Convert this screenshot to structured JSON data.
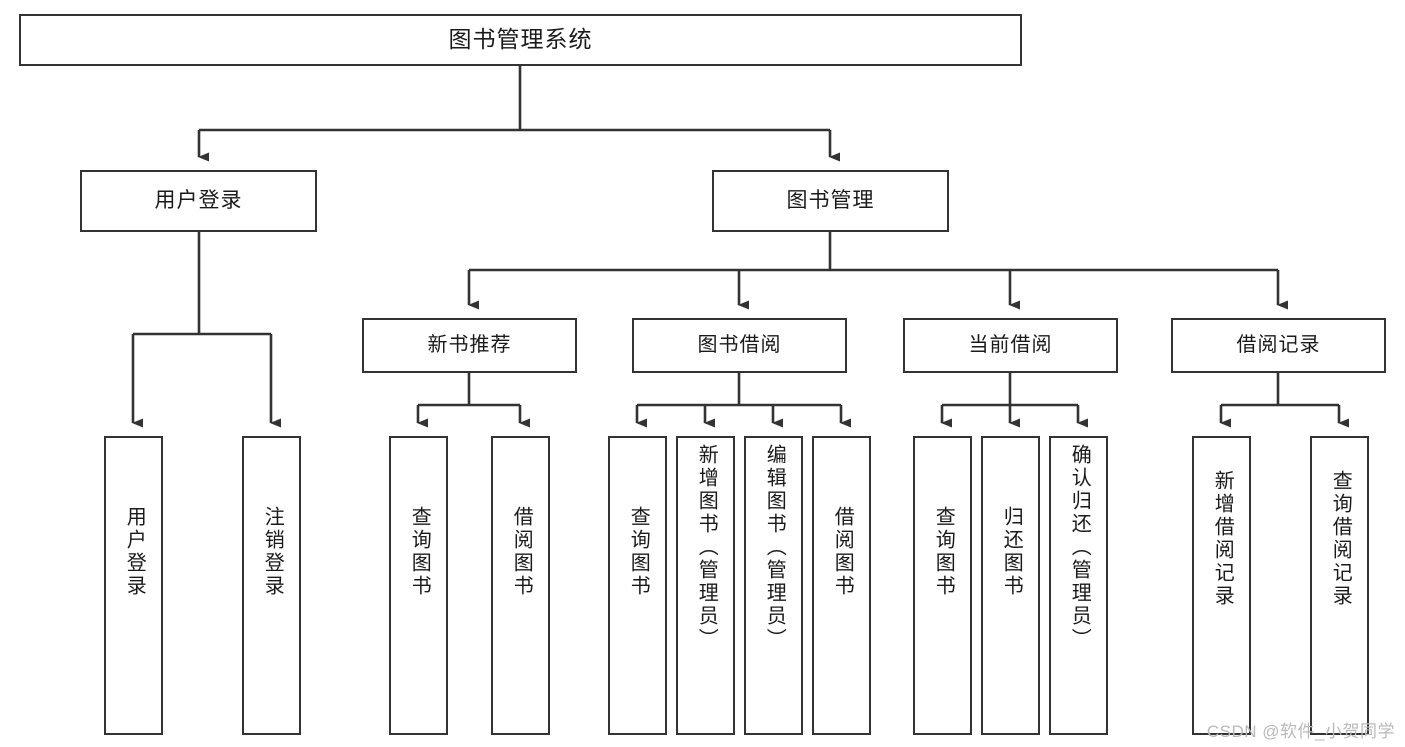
{
  "diagram": {
    "type": "tree",
    "title": "图书管理系统",
    "root": {
      "label": "图书管理系统"
    },
    "level2": [
      {
        "label": "用户登录"
      },
      {
        "label": "图书管理"
      }
    ],
    "level3": [
      {
        "label": "新书推荐"
      },
      {
        "label": "图书借阅"
      },
      {
        "label": "当前借阅"
      },
      {
        "label": "借阅记录"
      }
    ],
    "leaves": {
      "user_login": [
        {
          "label": "用户登录"
        },
        {
          "label": "注销登录"
        }
      ],
      "new_book": [
        {
          "label": "查询图书"
        },
        {
          "label": "借阅图书"
        }
      ],
      "book_borrow": [
        {
          "label": "查询图书"
        },
        {
          "label": "新增图书（管理员）"
        },
        {
          "label": "编辑图书（管理员）"
        },
        {
          "label": "借阅图书"
        }
      ],
      "current_borrow": [
        {
          "label": "查询图书"
        },
        {
          "label": "归还图书"
        },
        {
          "label": "确认归还（管理员）"
        }
      ],
      "borrow_record": [
        {
          "label": "新增借阅记录"
        },
        {
          "label": "查询借阅记录"
        }
      ]
    }
  },
  "watermark": {
    "text": "CSDN @软件_小贺同学"
  },
  "colors": {
    "box_border": "#333333",
    "box_fill": "#ffffff",
    "connector": "#333333",
    "text": "#1a1a1a",
    "watermark": "#b9b9b9"
  }
}
